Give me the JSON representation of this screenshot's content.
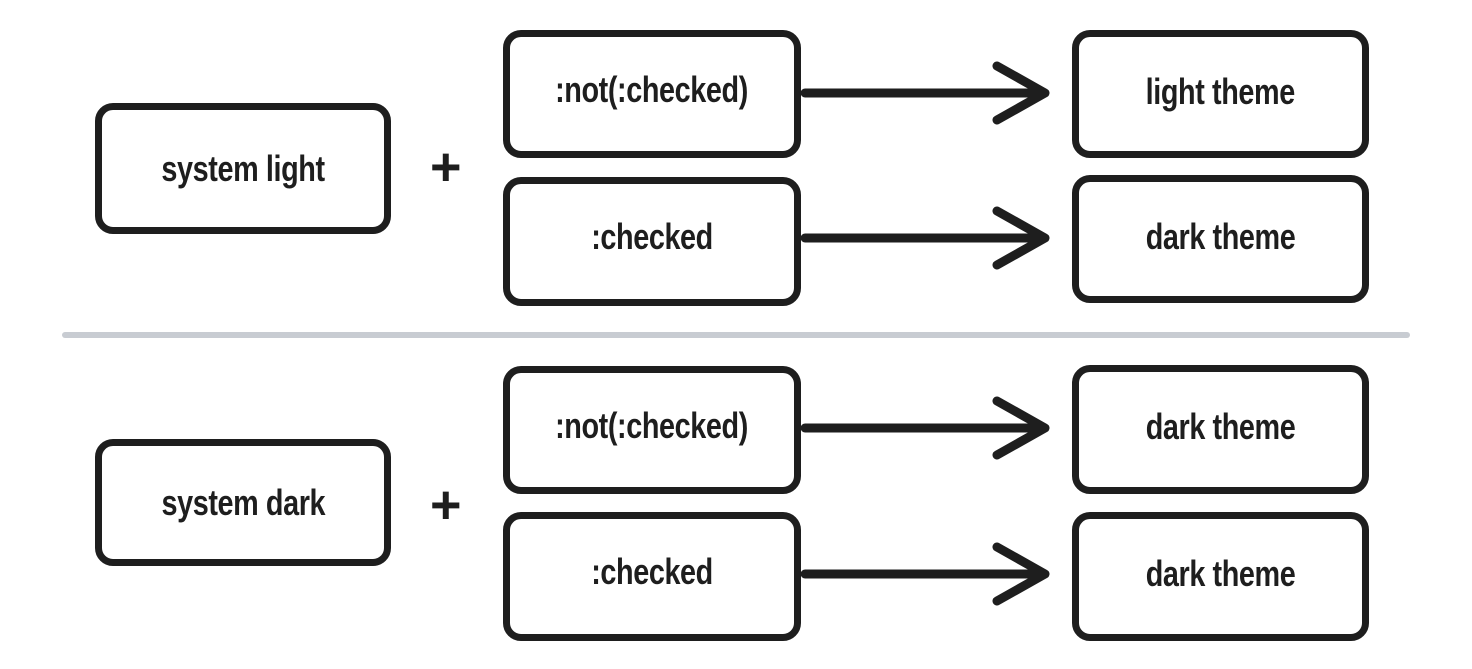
{
  "colors": {
    "stroke": "#1e1e1e",
    "divider": "#c8ccd2",
    "background": "#ffffff"
  },
  "sections": [
    {
      "source": "system light",
      "operator": "+",
      "rows": [
        {
          "state": ":not(:checked)",
          "result": "light theme"
        },
        {
          "state": ":checked",
          "result": "dark theme"
        }
      ]
    },
    {
      "source": "system dark",
      "operator": "+",
      "rows": [
        {
          "state": ":not(:checked)",
          "result": "dark theme"
        },
        {
          "state": ":checked",
          "result": "dark theme"
        }
      ]
    }
  ]
}
